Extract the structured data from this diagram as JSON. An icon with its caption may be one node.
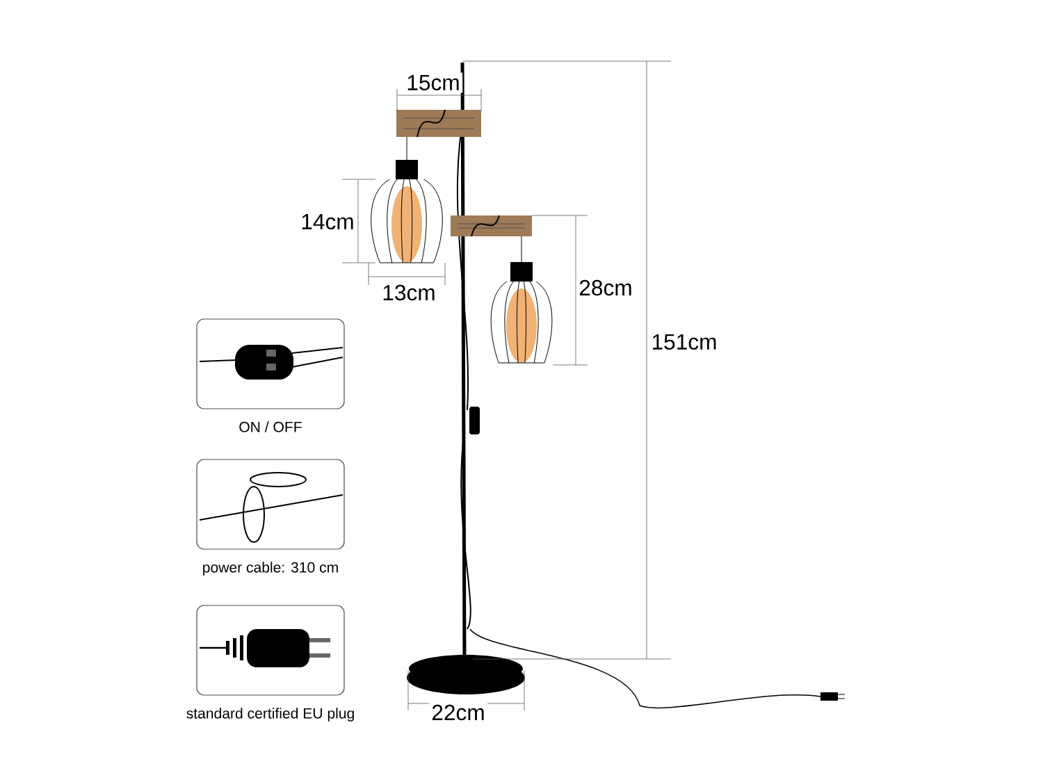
{
  "diagram": {
    "nodes": [
      {
        "text": [],
        "shape": "picture",
        "beside": [
          "ON / OFF"
        ]
      },
      {
        "text": [],
        "shape": "picture",
        "beside": [
          "power cable: 310 cm"
        ]
      },
      {
        "text": [],
        "shape": "picture",
        "beside": [
          "standard certified EU plug"
        ]
      }
    ],
    "labels": [
      "15cm",
      "14cm",
      "13cm",
      "28cm",
      "151cm",
      "22cm"
    ]
  }
}
